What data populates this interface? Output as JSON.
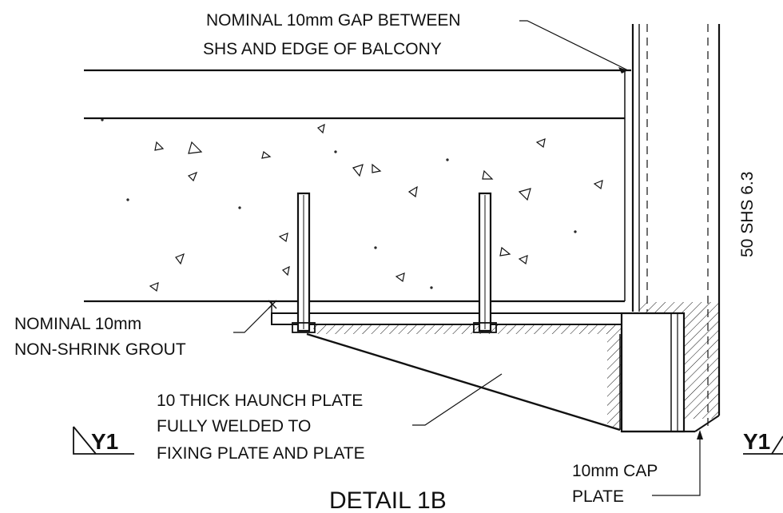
{
  "labels": {
    "gap_line1": "NOMINAL 10mm GAP BETWEEN",
    "gap_line2": "SHS AND EDGE OF BALCONY",
    "section_member": "50 SHS 6.3",
    "grout_line1": "NOMINAL 10mm",
    "grout_line2": "NON-SHRINK GROUT",
    "haunch_line1": "10 THICK HAUNCH PLATE",
    "haunch_line2": "FULLY WELDED TO",
    "haunch_line3": "FIXING PLATE AND PLATE",
    "cap_line1": "10mm CAP",
    "cap_line2": "PLATE",
    "section_marker_left": "Y1",
    "section_marker_right": "Y1",
    "detail_title": "DETAIL 1B"
  },
  "colors": {
    "ink": "#111111",
    "paper": "#ffffff"
  }
}
